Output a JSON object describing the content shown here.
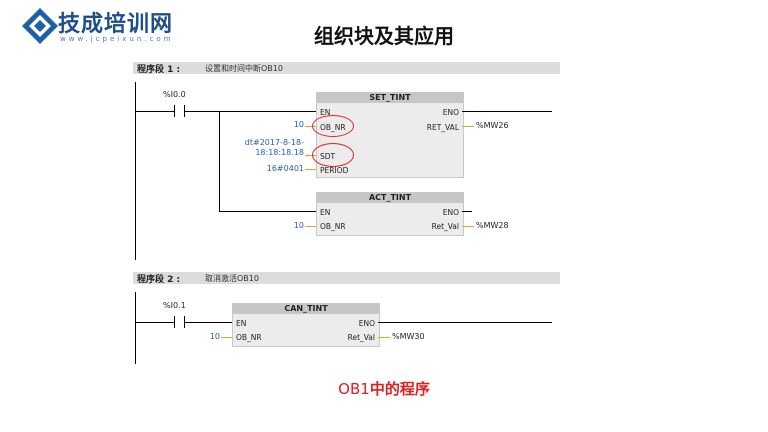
{
  "header": {
    "logo_title": "技成培训网",
    "logo_url": "www.jcpeixun.com",
    "title": "组织块及其应用"
  },
  "segment1": {
    "label": "程序段 1 :",
    "desc": "设置和时间中断OB10",
    "contact": "%I0.0",
    "set_tint": {
      "name": "SET_TINT",
      "en": "EN",
      "eno": "ENO",
      "ob_nr": "OB_NR",
      "sdt": "SDT",
      "period": "PERIOD",
      "ret_val": "RET_VAL",
      "ob_nr_value": "10",
      "sdt_value_line1": "dt#2017-8-18-",
      "sdt_value_line2": "18:18:18.18",
      "period_value": "16#0401",
      "ret_val_value": "%MW26"
    },
    "act_tint": {
      "name": "ACT_TINT",
      "en": "EN",
      "eno": "ENO",
      "ob_nr": "OB_NR",
      "ret_val": "Ret_Val",
      "ob_nr_value": "10",
      "ret_val_value": "%MW28"
    }
  },
  "segment2": {
    "label": "程序段 2 :",
    "desc": "取消激活OB10",
    "contact": "%I0.1",
    "can_tint": {
      "name": "CAN_TINT",
      "en": "EN",
      "eno": "ENO",
      "ob_nr": "OB_NR",
      "ret_val": "Ret_Val",
      "ob_nr_value": "10",
      "ret_val_value": "%MW30"
    }
  },
  "caption": {
    "prefix": "OB1",
    "suffix": "中的程序"
  },
  "colors": {
    "accent_blue": "#1f4e8c",
    "value_blue": "#2a5db0",
    "highlight_red": "#dd2222",
    "stub_orange": "#f0a020"
  }
}
